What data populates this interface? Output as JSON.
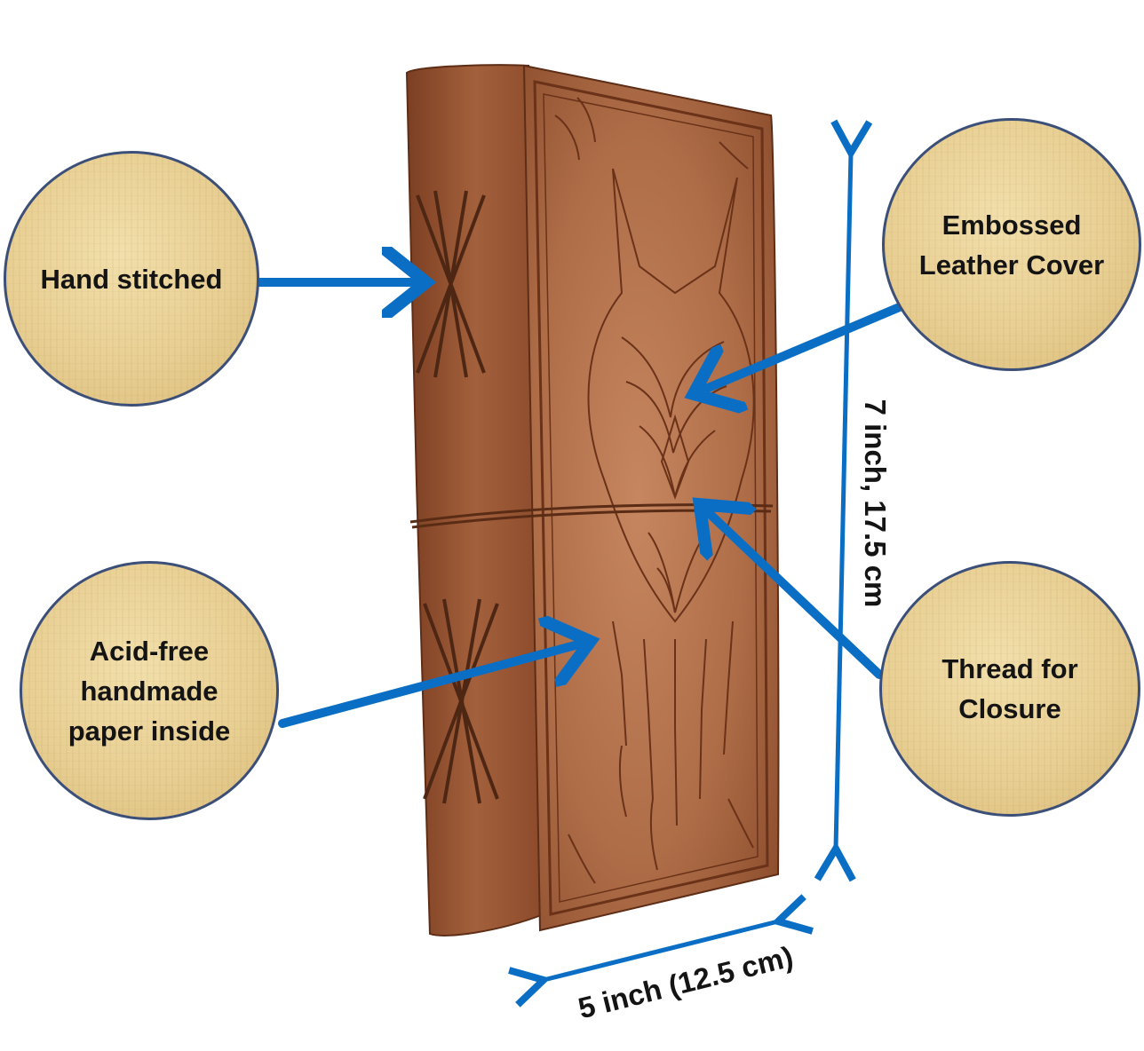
{
  "callouts": {
    "hand_stitched": "Hand stitched",
    "embossed_cover": "Embossed\nLeather Cover",
    "paper": "Acid-free\nhandmade\npaper inside",
    "thread": "Thread for\nClosure"
  },
  "dimensions": {
    "height": "7 inch, 17.5 cm",
    "width": "5 inch  (12.5 cm)"
  },
  "colors": {
    "arrow": "#0a6fc4",
    "leather": "#a5603b",
    "circle_fill": "#ebd396",
    "circle_border": "#3b4f78"
  }
}
